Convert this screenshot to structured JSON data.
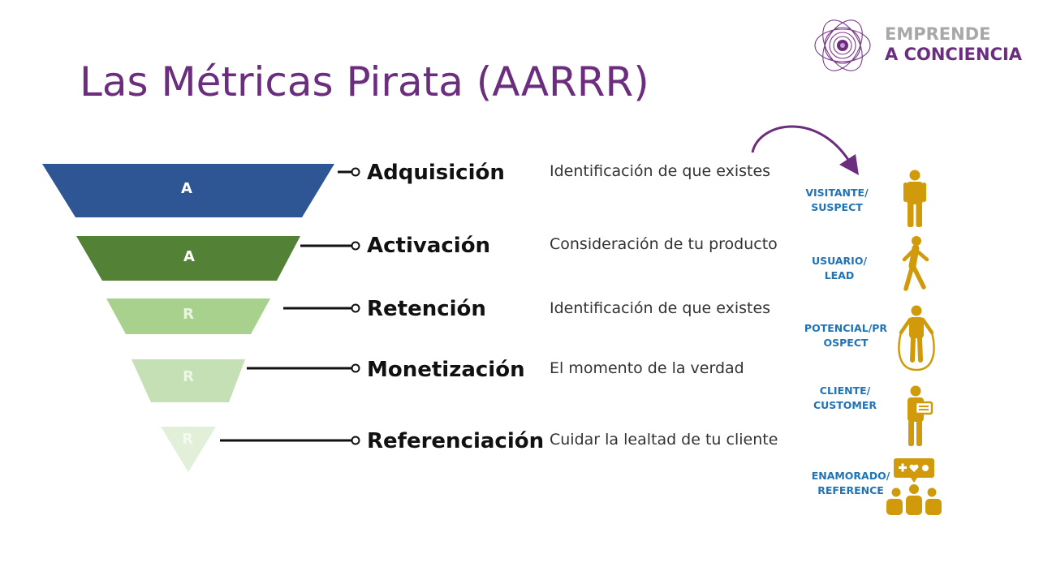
{
  "title": "Las Métricas Pirata (AARRR)",
  "brand": {
    "line1": "EMPRENDE",
    "line2_a": "A",
    "line2_rest": "CONCIENCIA"
  },
  "colors": {
    "title": "#6c2d7f",
    "icons": "#d19a0b",
    "labels": "#1f73b7",
    "arrow": "#6c2d7f"
  },
  "stages": [
    {
      "letter": "A",
      "name": "Adquisición",
      "description": "Identificación de que existes",
      "color": "#2e5594"
    },
    {
      "letter": "A",
      "name": "Activación",
      "description": "Consideración de tu producto",
      "color": "#538135"
    },
    {
      "letter": "R",
      "name": "Retención",
      "description": "Identificación de que existes",
      "color": "#a9d18e"
    },
    {
      "letter": "R",
      "name": "Monetización",
      "description": "El momento de la verdad",
      "color": "#c5e0b4"
    },
    {
      "letter": "R",
      "name": "Referenciación",
      "description": "Cuidar la lealtad de tu cliente",
      "color": "#e2f0d9"
    }
  ],
  "customers": [
    {
      "line1": "VISITANTE/",
      "line2": "SUSPECT",
      "icon": "standing-person-icon"
    },
    {
      "line1": "USUARIO/",
      "line2": "LEAD",
      "icon": "walking-person-icon"
    },
    {
      "line1": "POTENCIAL/PR",
      "line2": "OSPECT",
      "icon": "jump-rope-person-icon"
    },
    {
      "line1": "CLIENTE/",
      "line2": "CUSTOMER",
      "icon": "person-with-card-icon"
    },
    {
      "line1": "ENAMORADO/",
      "line2": "REFERENCE",
      "icon": "group-with-hearts-icon"
    }
  ]
}
